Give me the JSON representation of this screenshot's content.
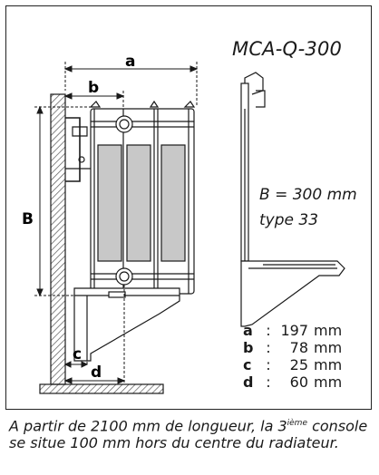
{
  "model": "MCA-Q-300",
  "spec": {
    "height": "B = 300 mm",
    "type": "type 33"
  },
  "labels": {
    "a": "a",
    "b": "b",
    "B": "B",
    "c": "c",
    "d": "d"
  },
  "dimensions": [
    {
      "key": "a",
      "sep": ":",
      "value": "197",
      "unit": "mm"
    },
    {
      "key": "b",
      "sep": ":",
      "value": "78",
      "unit": "mm"
    },
    {
      "key": "c",
      "sep": ":",
      "value": "25",
      "unit": "mm"
    },
    {
      "key": "d",
      "sep": ":",
      "value": "60",
      "unit": "mm"
    }
  ],
  "note": {
    "part1": "A partir de 2100 mm de longueur, la 3",
    "sup": "ième",
    "part2": " console se situe 100 mm hors du centre du radiateur."
  },
  "colors": {
    "line": "#1a1a1a",
    "panel": "#c8c8c8",
    "hatch": "#555555"
  }
}
